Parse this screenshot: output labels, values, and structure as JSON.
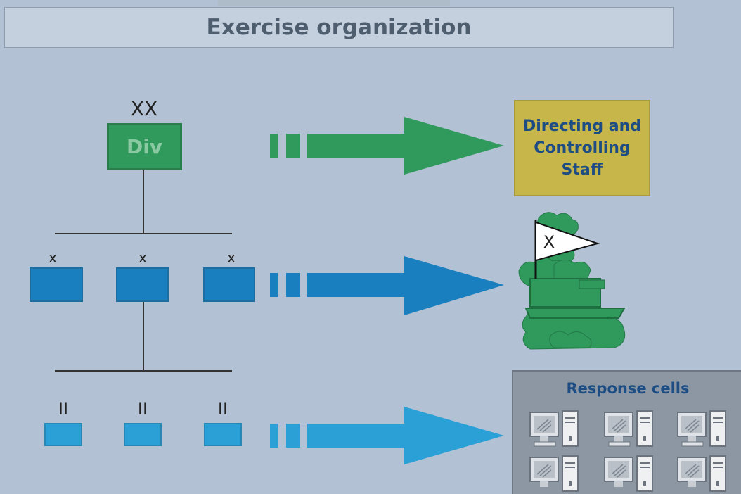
{
  "title": "Exercise organization",
  "division": {
    "echelon": "XX",
    "label": "Div"
  },
  "brigade_echelon": "x",
  "battalion_echelon": "II",
  "directing_staff": {
    "line1": "Directing and",
    "line2": "Controlling",
    "line3": "Staff"
  },
  "field_flag_label": "X",
  "response_cells": {
    "title": "Response cells"
  },
  "icons": [
    "terrain-icon",
    "flag-icon",
    "computer-workstation-icon"
  ],
  "colors": {
    "background": "#b2c2d4",
    "division": "#2f9a5c",
    "brigade": "#1a7fbf",
    "battalion": "#2aa0d6",
    "directing_staff": "#c7b64a",
    "response_cells": "#8d97a3",
    "text_blue": "#1d4d82"
  }
}
